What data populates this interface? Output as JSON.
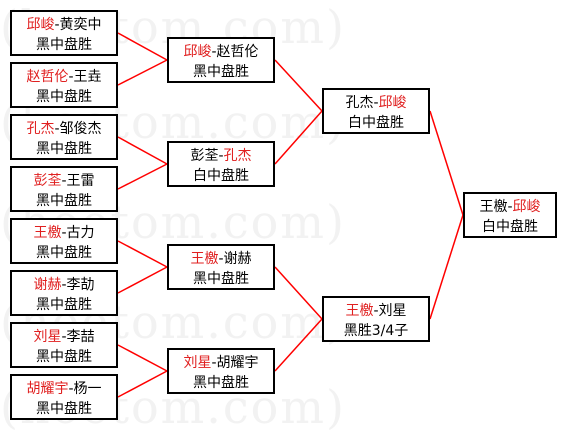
{
  "watermark": "(hoetom.com)",
  "colors": {
    "winner": "#e02020",
    "text": "#000000",
    "connector": "#ff0000",
    "border": "#000000"
  },
  "bracket": {
    "round1": [
      {
        "winner": "邱峻",
        "sep": "-",
        "loser": "黄奕中",
        "result": "黑中盘胜"
      },
      {
        "winner": "赵哲伦",
        "sep": "-",
        "loser": "王垚",
        "result": "黑中盘胜"
      },
      {
        "winner": "孔杰",
        "sep": "-",
        "loser": "邹俊杰",
        "result": "黑中盘胜"
      },
      {
        "winner": "彭荃",
        "sep": "-",
        "loser": "王雷",
        "result": "黑中盘胜"
      },
      {
        "winner": "王檄",
        "sep": "-",
        "loser": "古力",
        "result": "黑中盘胜"
      },
      {
        "winner": "谢赫",
        "sep": "-",
        "loser": "李劼",
        "result": "黑中盘胜"
      },
      {
        "winner": "刘星",
        "sep": "-",
        "loser": "李喆",
        "result": "黑中盘胜"
      },
      {
        "winner": "胡耀宇",
        "sep": "-",
        "loser": "杨一",
        "result": "黑中盘胜"
      }
    ],
    "round2": [
      {
        "winner": "邱峻",
        "sep": "-",
        "loser": "赵哲伦",
        "result": "黑中盘胜"
      },
      {
        "winner": "孔杰",
        "sep": "-",
        "loser": "彭荃",
        "result": "白中盘胜",
        "order": "loser-first"
      },
      {
        "winner": "王檄",
        "sep": "-",
        "loser": "谢赫",
        "result": "黑中盘胜"
      },
      {
        "winner": "刘星",
        "sep": "-",
        "loser": "胡耀宇",
        "result": "黑中盘胜"
      }
    ],
    "round3": [
      {
        "winner": "邱峻",
        "sep": "-",
        "loser": "孔杰",
        "result": "白中盘胜",
        "order": "loser-first"
      },
      {
        "winner": "王檄",
        "sep": "-",
        "loser": "刘星",
        "result": "黑胜3/4子"
      }
    ],
    "final": [
      {
        "winner": "邱峻",
        "sep": "-",
        "loser": "王檄",
        "result": "白中盘胜",
        "order": "loser-first"
      }
    ]
  }
}
